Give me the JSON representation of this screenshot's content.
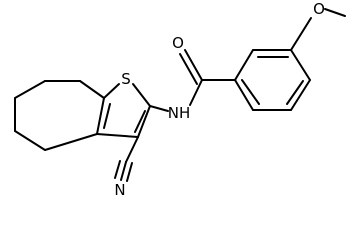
{
  "structure": {
    "atoms": {
      "O_methoxy": "O",
      "O_carbonyl": "O",
      "S_ring": "S",
      "NH": "NH",
      "N_nitrile": "N"
    }
  }
}
